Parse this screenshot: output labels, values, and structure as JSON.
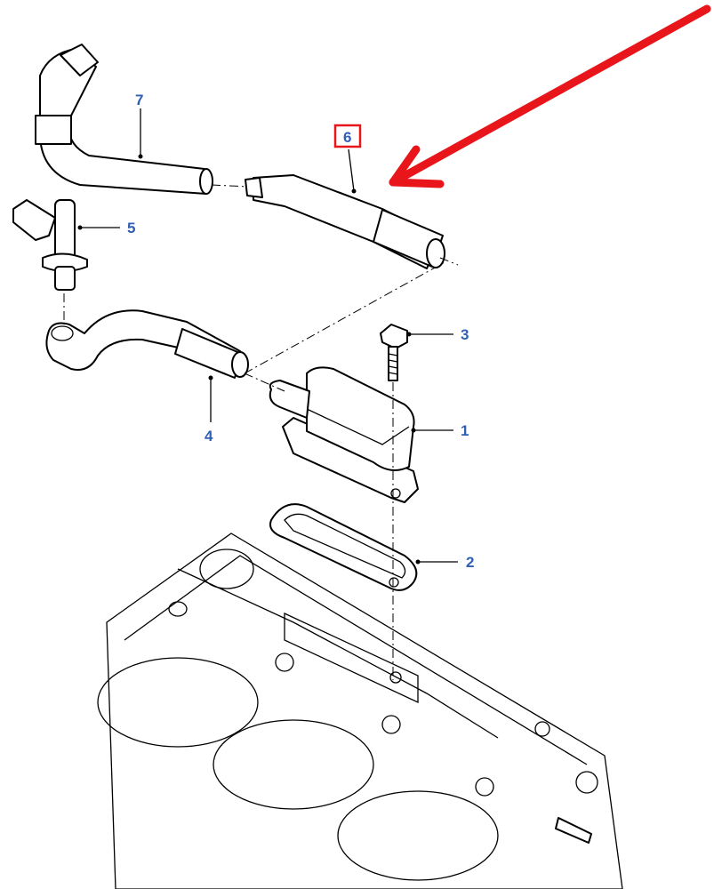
{
  "diagram": {
    "callouts": [
      {
        "id": "1",
        "label": "1"
      },
      {
        "id": "2",
        "label": "2"
      },
      {
        "id": "3",
        "label": "3"
      },
      {
        "id": "4",
        "label": "4"
      },
      {
        "id": "5",
        "label": "5"
      },
      {
        "id": "6",
        "label": "6",
        "highlighted": true
      },
      {
        "id": "7",
        "label": "7"
      }
    ],
    "colors": {
      "callout_text": "#2f5fb3",
      "highlight": "#e8161b",
      "arrow": "#e8161b"
    }
  }
}
